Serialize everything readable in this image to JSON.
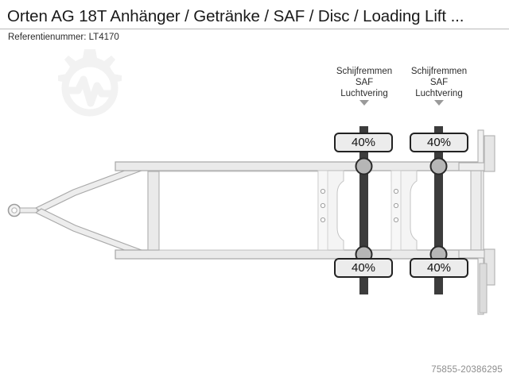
{
  "header": {
    "title": "Orten AG 18T Anhänger / Getränke / SAF / Disc / Loading Lift ...",
    "reference_label": "Referentienummer: LT4170"
  },
  "watermark": {
    "icon": "gear-pulse-watermark-icon"
  },
  "diagram": {
    "type": "trailer-top-view",
    "description": "Top view schematic of a two-axle drawbar trailer",
    "axle_annotations": [
      {
        "id": "axle-1",
        "lines": [
          "Schijfremmen",
          "SAF",
          "Luchtvering"
        ],
        "arrow": "down-triangle-icon"
      },
      {
        "id": "axle-2",
        "lines": [
          "Schijfremmen",
          "SAF",
          "Luchtvering"
        ],
        "arrow": "down-triangle-icon"
      }
    ],
    "tyre_percentages": [
      {
        "id": "axle-1-left",
        "value": "40%"
      },
      {
        "id": "axle-2-left",
        "value": "40%"
      },
      {
        "id": "axle-1-right",
        "value": "40%"
      },
      {
        "id": "axle-2-right",
        "value": "40%"
      }
    ],
    "colors": {
      "frame_fill": "#e9e9e9",
      "frame_stroke": "#a8a8a8",
      "axle_bar": "#3c3c3c",
      "hub": "#b6b6b6",
      "hub_stroke": "#2a2a2a",
      "box_fill": "#ececec",
      "box_stroke": "#222222",
      "arrow": "#9a9a9a"
    }
  },
  "footer": {
    "photo_id": "75855-20386295"
  }
}
